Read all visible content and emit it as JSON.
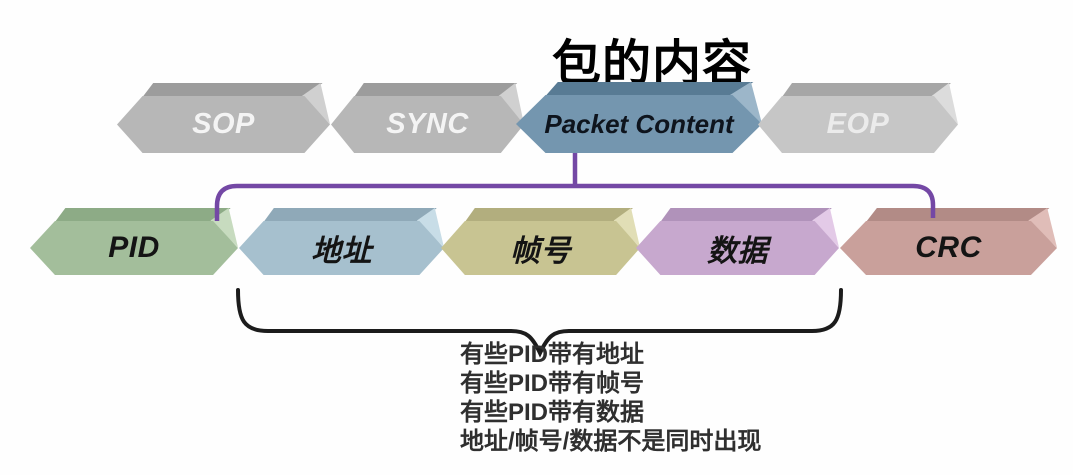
{
  "title": "包的内容",
  "top_row": [
    {
      "label": "SOP",
      "body_color": "#b7b7b7",
      "top_color": "#9c9c9c",
      "text_color": "#f4f4f4"
    },
    {
      "label": "SYNC",
      "body_color": "#b7b7b7",
      "top_color": "#9c9c9c",
      "text_color": "#f4f4f4"
    },
    {
      "label": "Packet Content",
      "body_color": "#7496af",
      "top_color": "#587b94",
      "text_color": "#0e141d"
    },
    {
      "label": "EOP",
      "body_color": "#c6c6c6",
      "top_color": "#a6a6a6",
      "text_color": "#ebebeb"
    }
  ],
  "bottom_row": [
    {
      "label": "PID",
      "body_color": "#a3be9b",
      "top_color": "#8dab86",
      "text_color": "#141414"
    },
    {
      "label": "地址",
      "body_color": "#a6c0ce",
      "top_color": "#8fa9b8",
      "text_color": "#141414"
    },
    {
      "label": "帧号",
      "body_color": "#c8c492",
      "top_color": "#b2ae7e",
      "text_color": "#141414"
    },
    {
      "label": "数据",
      "body_color": "#c7a8ce",
      "top_color": "#b092ba",
      "text_color": "#141414"
    },
    {
      "label": "CRC",
      "body_color": "#c9a09b",
      "top_color": "#b28b86",
      "text_color": "#141414"
    }
  ],
  "connector": {
    "color": "#7448a5"
  },
  "brace": {
    "color": "#1c1c1c"
  },
  "notes": {
    "color": "#2f2f2f",
    "lines": [
      "有些PID带有地址",
      "有些PID带有帧号",
      "有些PID带有数据",
      "地址/帧号/数据不是同时出现"
    ]
  }
}
